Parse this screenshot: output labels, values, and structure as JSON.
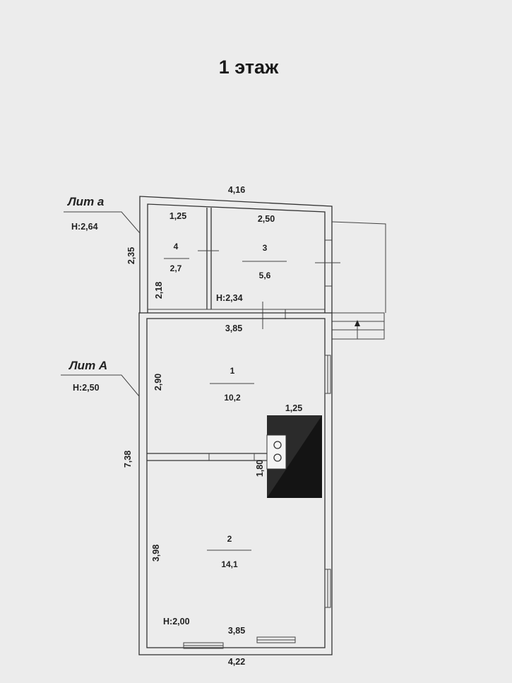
{
  "title": "1 этаж",
  "lit_a": {
    "name": "Лит а",
    "height": "H:2,64"
  },
  "lit_A": {
    "name": "Лит А",
    "height": "H:2,50"
  },
  "dims": {
    "top_width": "4,16",
    "lit_a_height": "2,35",
    "room4_width": "1,25",
    "room4_height": "2,18",
    "room3_width": "2,50",
    "room1_width": "3,85",
    "room1_height": "2,90",
    "stove_width": "1,25",
    "stove_height": "1,80",
    "total_height": "7,38",
    "room2_height": "3,98",
    "room2_width": "3,85",
    "bottom_width": "4,22"
  },
  "heights": {
    "room3": "H:2,34",
    "room2": "H:2,00"
  },
  "rooms": [
    {
      "number": "4",
      "area": "2,7"
    },
    {
      "number": "3",
      "area": "5,6"
    },
    {
      "number": "1",
      "area": "10,2"
    },
    {
      "number": "2",
      "area": "14,1"
    }
  ],
  "colors": {
    "background": "#ececec",
    "lines": "#333333",
    "stove": "#2b2b2b"
  }
}
